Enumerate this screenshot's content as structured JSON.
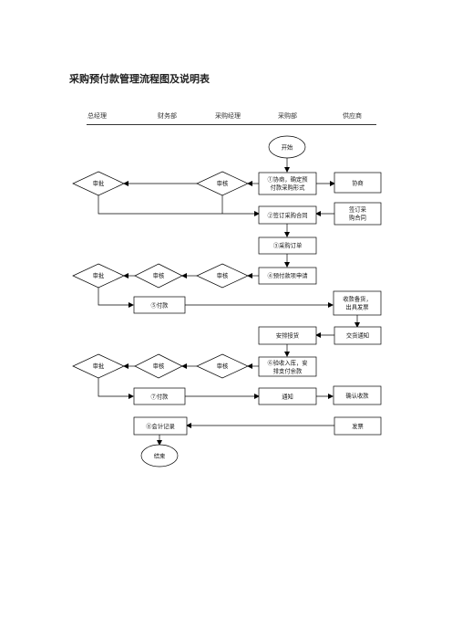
{
  "title": "采购预付款管理流程图及说明表",
  "lanes": [
    "总经理",
    "财务部",
    "采购经理",
    "采购部",
    "供应商"
  ],
  "nodes": {
    "start": "开始",
    "negotiate_confirm": [
      "①协商，确定预",
      "付款采购形式"
    ],
    "negotiate": "协商",
    "sign_contract": "②签订采购合同",
    "supplier_sign": [
      "签订采",
      "购合同"
    ],
    "purchase_order": "③采购订单",
    "prepay_apply": "④预付款项申请",
    "pay_5": "⑤付款",
    "receive_ship": [
      "收款备货，",
      "出具发票"
    ],
    "arrange_receive": "安排接货",
    "delivery_notice": "交货通知",
    "inspect": [
      "⑥验收入库，安",
      "排支付余款"
    ],
    "pay_7": "⑦付款",
    "notify": "通知",
    "confirm_receipt": "确认收款",
    "accounting": "⑧会计记录",
    "invoice": "发票",
    "end": "结束",
    "approve": "审批",
    "review": "审核"
  }
}
